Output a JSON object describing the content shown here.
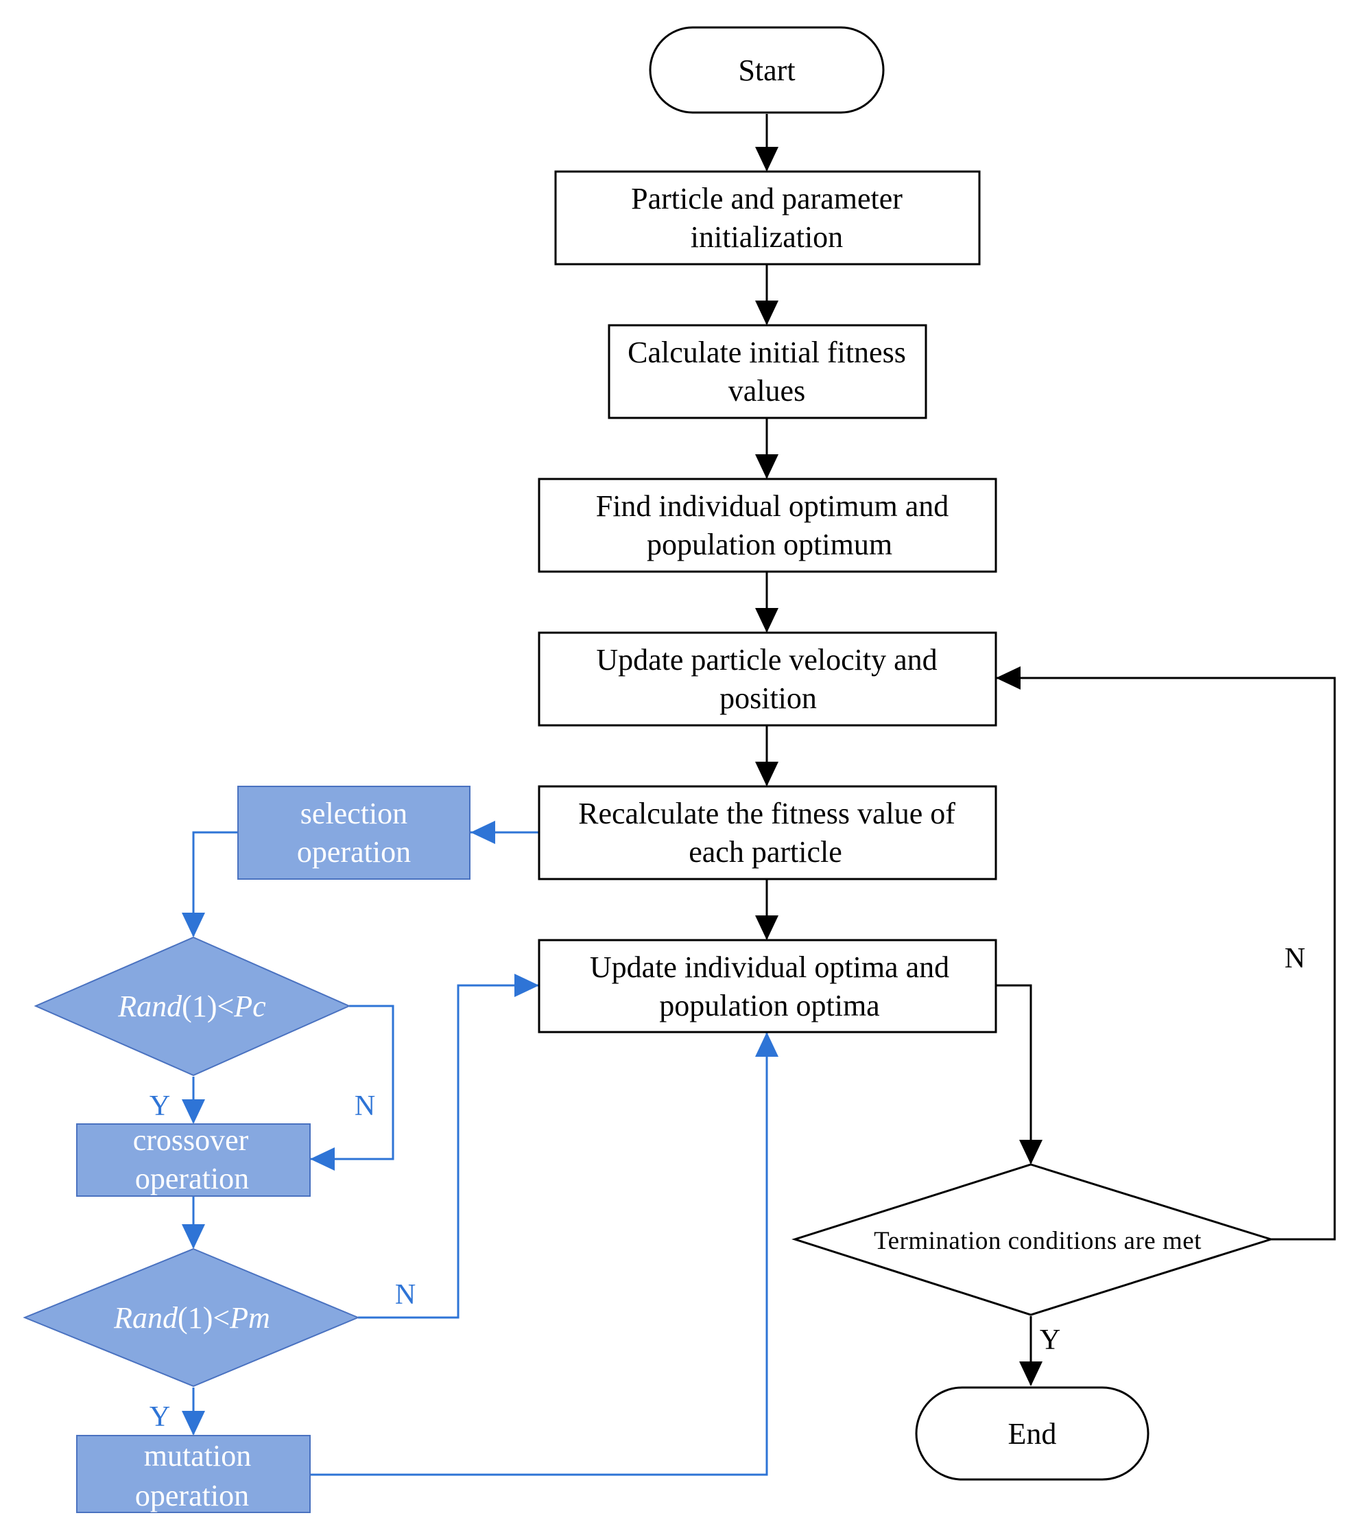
{
  "colors": {
    "ink": "#000000",
    "blue_fill": "#86a8e0",
    "blue_stroke": "#4a72c0",
    "blue_line": "#2e74d6"
  },
  "nodes": {
    "start": {
      "lines": [
        "Start"
      ]
    },
    "init": {
      "lines": [
        "Particle and parameter",
        "initialization"
      ]
    },
    "calc_fitness": {
      "lines": [
        "Calculate initial fitness",
        "values"
      ]
    },
    "find_optimum": {
      "lines": [
        "Find individual optimum and",
        "population optimum"
      ]
    },
    "update_velocity": {
      "lines": [
        "Update particle velocity and",
        "position"
      ]
    },
    "recalc_fitness": {
      "lines": [
        "Recalculate the fitness value of",
        "each particle"
      ]
    },
    "update_optima": {
      "lines": [
        "Update individual optima and",
        "population optima"
      ]
    },
    "termination": {
      "lines": [
        "Termination conditions are met"
      ]
    },
    "end": {
      "lines": [
        "End"
      ]
    },
    "selection": {
      "lines": [
        "selection",
        "operation"
      ]
    },
    "crossover_check": {
      "rand": "Rand",
      "mid": "(1)<",
      "param": "Pc"
    },
    "crossover": {
      "lines": [
        "crossover",
        "operation"
      ]
    },
    "mutation_check": {
      "rand": "Rand",
      "mid": "(1)<",
      "param": "Pm"
    },
    "mutation": {
      "lines": [
        "mutation",
        "operation"
      ]
    }
  },
  "edge_labels": {
    "yes": "Y",
    "no": "N"
  }
}
